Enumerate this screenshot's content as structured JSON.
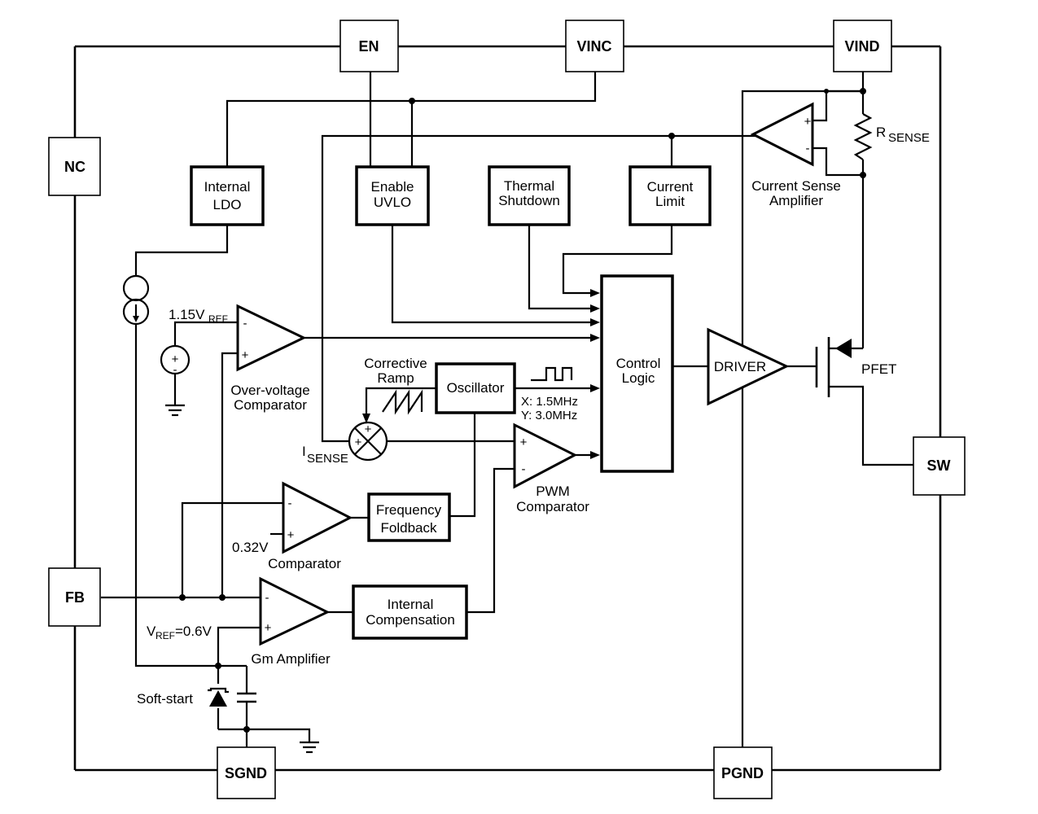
{
  "pins": {
    "en": "EN",
    "vinc": "VINC",
    "vind": "VIND",
    "nc": "NC",
    "fb": "FB",
    "sw": "SW",
    "sgnd": "SGND",
    "pgnd": "PGND"
  },
  "blocks": {
    "ldo": [
      "Internal",
      "LDO"
    ],
    "uvlo": [
      "Enable",
      "UVLO"
    ],
    "thermal": [
      "Thermal",
      "Shutdown"
    ],
    "current_limit": [
      "Current",
      "Limit"
    ],
    "control_logic": [
      "Control",
      "Logic"
    ],
    "oscillator": "Oscillator",
    "frequency_foldback": [
      "Frequency",
      "Foldback"
    ],
    "internal_compensation": [
      "Internal",
      "Compensation"
    ]
  },
  "amplifiers": {
    "current_sense": [
      "Current Sense",
      "Amplifier"
    ],
    "over_voltage": [
      "Over-voltage",
      "Comparator"
    ],
    "pwm": [
      "PWM",
      "Comparator"
    ],
    "comparator": "Comparator",
    "gm": "Gm Amplifier",
    "driver": "DRIVER"
  },
  "labels": {
    "rsense_main": "R",
    "rsense_sub": "SENSE",
    "pfet": "PFET",
    "vref_ov_main": "1.15V",
    "vref_ov_sub": "REF",
    "corrective": [
      "Corrective",
      "Ramp"
    ],
    "freq_x": "X: 1.5MHz",
    "freq_y": "Y: 3.0MHz",
    "isense_main": "I",
    "isense_sub": "SENSE",
    "v032": "0.32V",
    "vref_main": "V",
    "vref_sub": "REF",
    "vref_value": "=0.6V",
    "softstart": "Soft-start",
    "plus": "+",
    "minus": "-"
  }
}
